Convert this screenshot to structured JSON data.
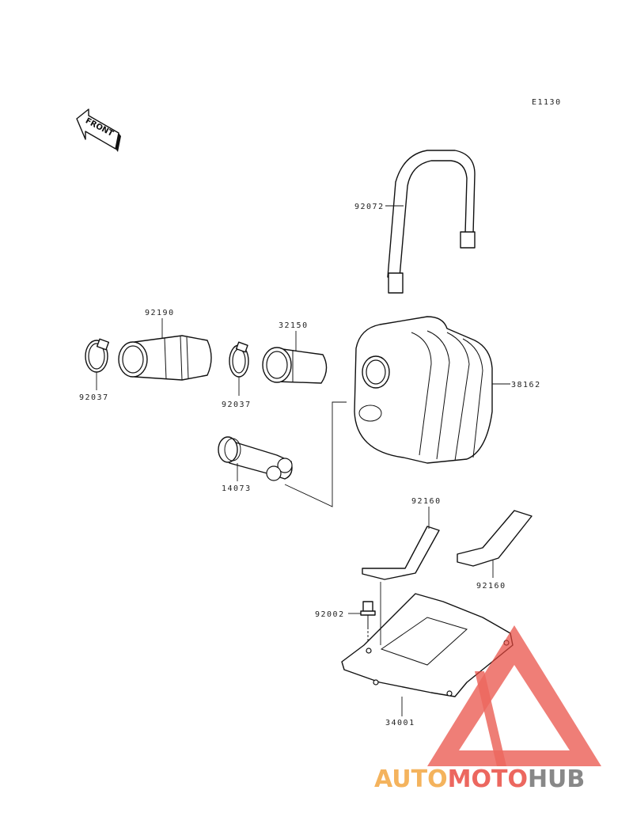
{
  "diagram_code": "E1130",
  "front_arrow_label": "FRONT",
  "parts": {
    "band": "92072",
    "intake_duct": "92190",
    "clamp_left": "92037",
    "clamp_right": "92037",
    "duct_pipe": "32150",
    "air_box": "38162",
    "twin_pipe": "14073",
    "strap_upper": "92160",
    "strap_lower": "92160",
    "bolt": "92002",
    "bracket": "34001"
  },
  "watermark": {
    "word_part1": "AUTO",
    "word_part2": "MOTO",
    "word_part3": "HUB",
    "color_orange": "#f2a33a",
    "color_red": "#e8463c",
    "color_gray": "#6e6e6e"
  }
}
